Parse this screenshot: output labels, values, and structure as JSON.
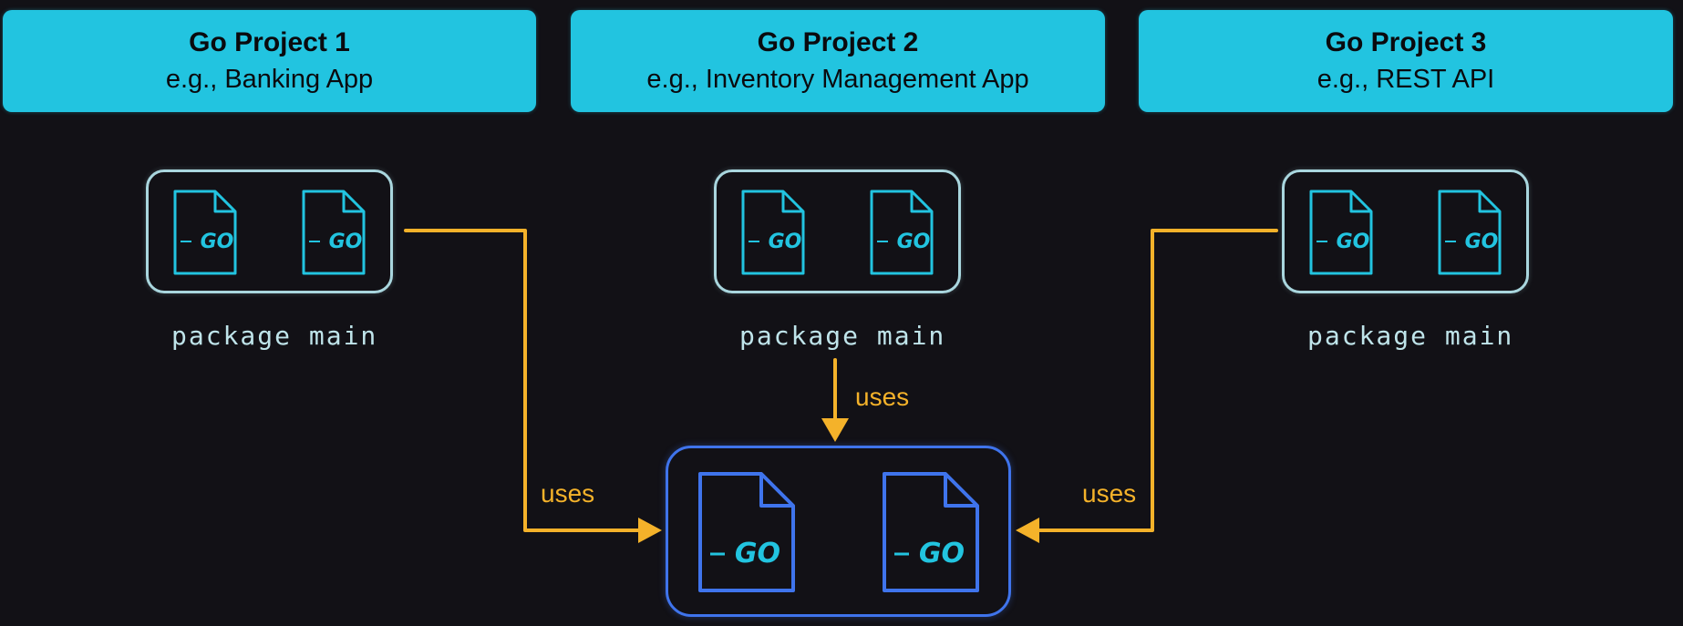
{
  "projects": [
    {
      "title": "Go Project 1",
      "subtitle": "e.g., Banking App"
    },
    {
      "title": "Go Project 2",
      "subtitle": "e.g., Inventory Management App"
    },
    {
      "title": "Go Project 3",
      "subtitle": "e.g., REST API"
    }
  ],
  "package_labels": [
    "package main",
    "package main",
    "package main"
  ],
  "uses_labels": [
    "uses",
    "uses",
    "uses"
  ],
  "file_icon_text": "GO",
  "colors": {
    "background": "#121116",
    "header_bg": "#22c4e0",
    "package_border": "#a9d6de",
    "file_icon": "#22c4e0",
    "shared_border": "#3f74ec",
    "shared_file": "#3f74ec",
    "arrow": "#f4b22a"
  }
}
